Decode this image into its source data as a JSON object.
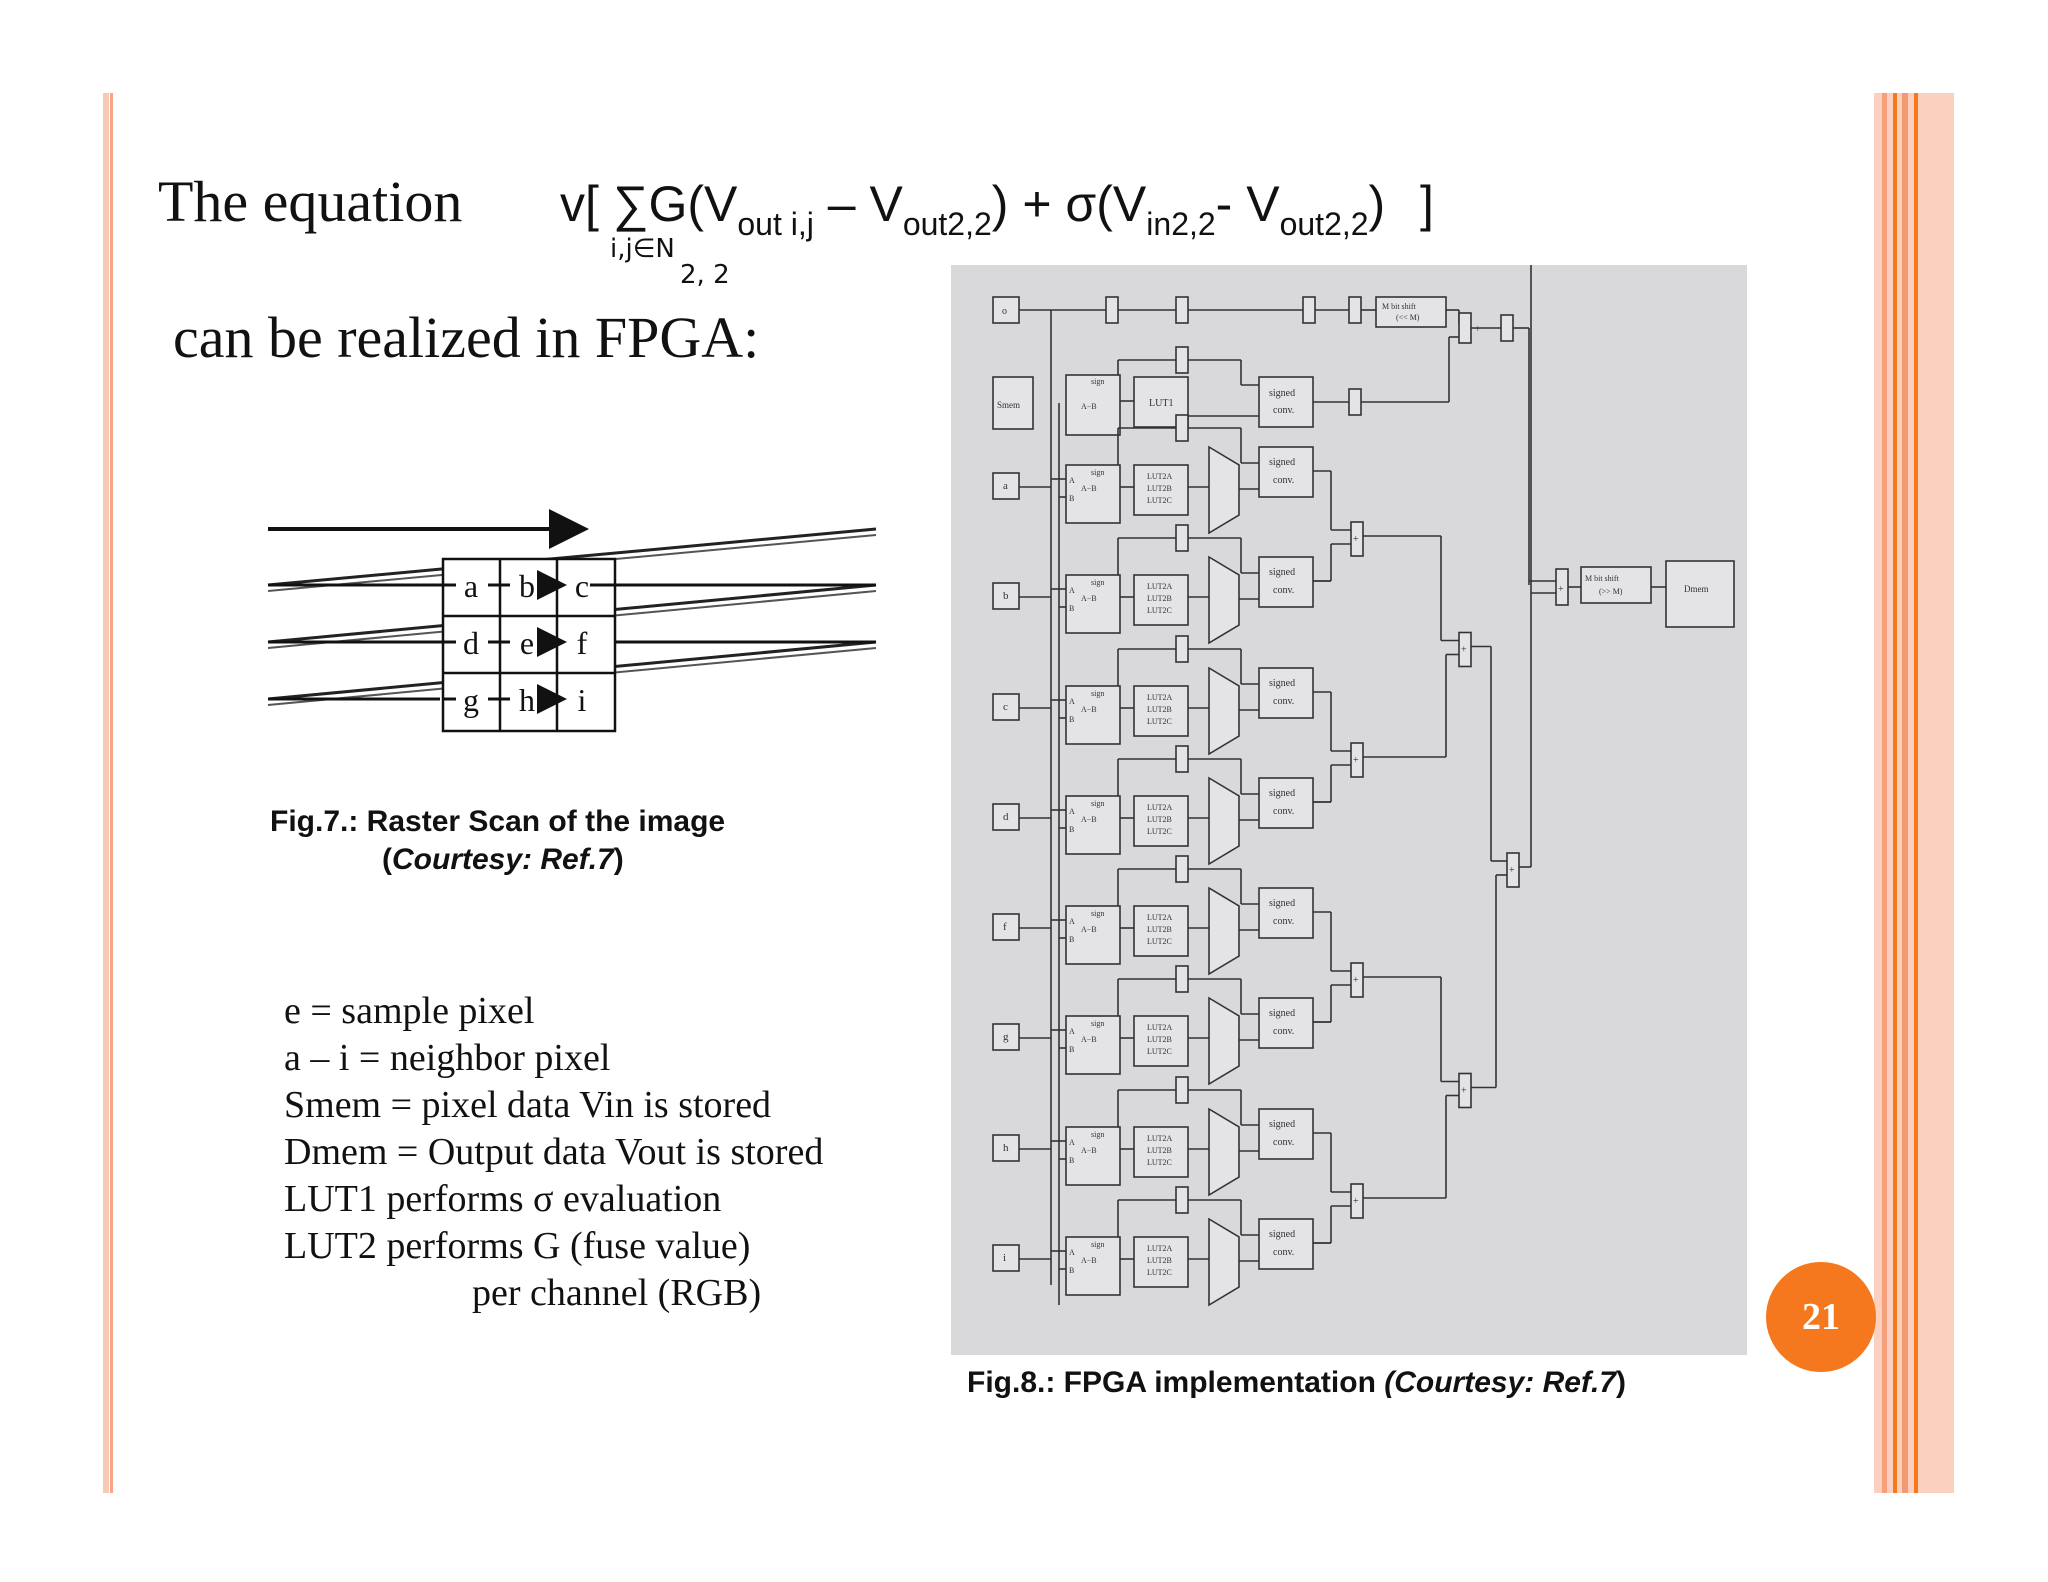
{
  "colors": {
    "accent": "#f5781e",
    "border_light": "#f9c9b4",
    "border_mid": "#f7a585",
    "diagram_bg": "#d9d9dc"
  },
  "slide": {
    "heading_part1": "The equation",
    "heading_part2": "can be realized in FPGA:",
    "page_number": "21"
  },
  "equation": {
    "v_open": "v[",
    "sum": "∑",
    "g_open": "G(V",
    "sub_out_ij": "out i,j",
    "minus1": " – V",
    "sub_out22a": "out2,2",
    "plus_sigma": ") + σ(V",
    "sub_in22": "in2,2",
    "minus2": "- V",
    "sub_out22b": "out2,2",
    "close": ")",
    "bracket": "]",
    "under_index": "i,j∈N",
    "under_sub": "2, 2"
  },
  "fig7": {
    "cells": [
      "a",
      "b",
      "c",
      "d",
      "e",
      "f",
      "g",
      "h",
      "i"
    ],
    "caption_line1": "Fig.7.:   Raster Scan of the image",
    "caption_line2_open": "(",
    "caption_line2_italic": "Courtesy: Ref.7",
    "caption_line2_close": ")"
  },
  "legend": {
    "line1": "e = sample pixel",
    "line2": "a – i = neighbor pixel",
    "line3": "Smem = pixel data Vin is stored",
    "line4": "Dmem = Output data Vout is stored",
    "line5": "LUT1 performs  σ evaluation",
    "line6": "LUT2 performs  G (fuse value)",
    "line7": "per channel (RGB)"
  },
  "fig8": {
    "caption_main": "Fig.8.:   FPGA implementation ",
    "caption_italic": "(Courtesy: Ref.7",
    "caption_close": ")",
    "top_input": "o",
    "smem_label": "Smem",
    "lut1_label": "LUT1",
    "sign_label": "sign",
    "a_label": "A",
    "b_label": "B",
    "a_minus_b": "A−B",
    "lut2a": "LUT2A",
    "lut2b": "LUT2B",
    "lut2c": "LUT2C",
    "signed": "signed",
    "conv": "conv.",
    "mshift_top_1": "M bit shift",
    "mshift_top_2": "(<< M)",
    "mshift_right_1": "M bit shift",
    "mshift_right_2": "(>> M)",
    "dmem_label": "Dmem",
    "plus": "+",
    "row_inputs": [
      "a",
      "b",
      "c",
      "d",
      "f",
      "g",
      "h",
      "i"
    ]
  }
}
